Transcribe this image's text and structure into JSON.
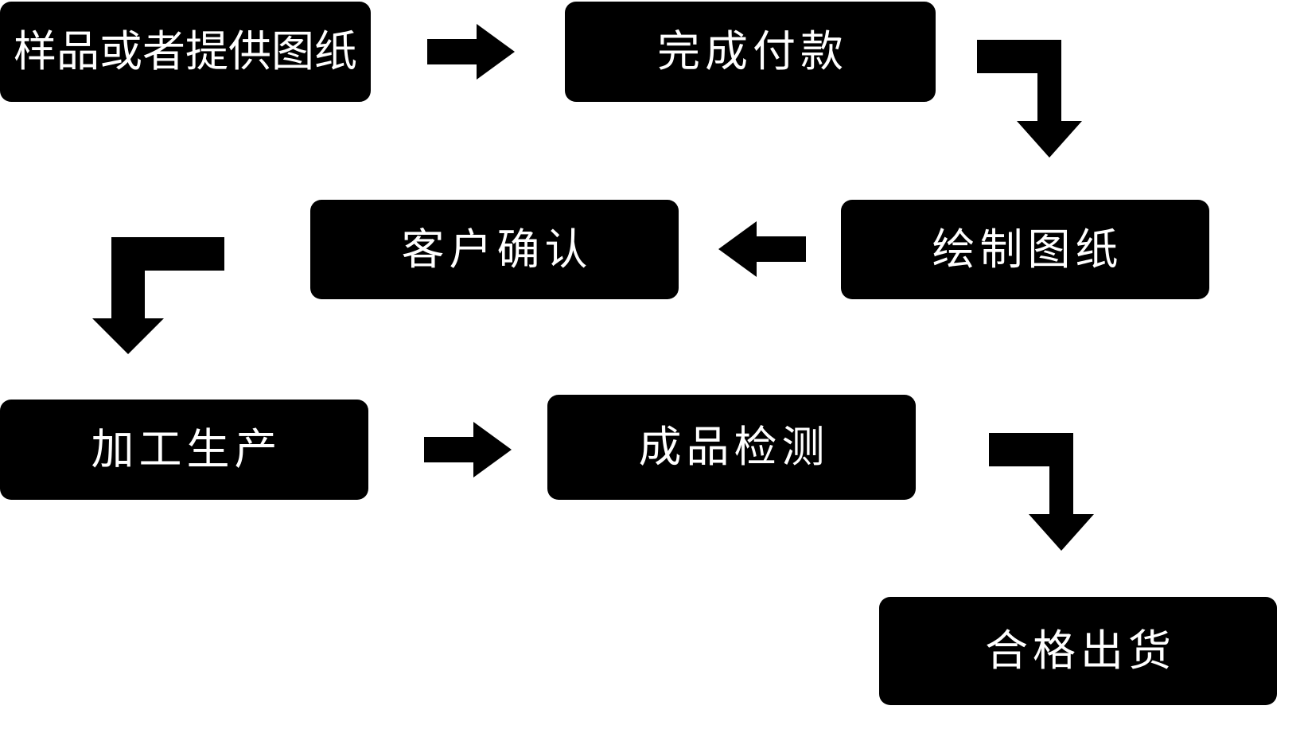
{
  "diagram": {
    "title": "",
    "background_color": "#ffffff",
    "node_fill_color": "#000000",
    "node_text_color": "#ffffff",
    "arrow_color": "#000000",
    "nodes": [
      {
        "id": "sample-drawing",
        "label": "样品或者提供图纸",
        "row": 1,
        "order": 1
      },
      {
        "id": "complete-payment",
        "label": "完成付款",
        "row": 1,
        "order": 2
      },
      {
        "id": "draw-drawing",
        "label": "绘制图纸",
        "row": 2,
        "order": 1
      },
      {
        "id": "customer-confirm",
        "label": "客户确认",
        "row": 2,
        "order": 2
      },
      {
        "id": "production",
        "label": "加工生产",
        "row": 3,
        "order": 1
      },
      {
        "id": "final-inspection",
        "label": "成品检测",
        "row": 3,
        "order": 2
      },
      {
        "id": "qualified-ship",
        "label": "合格出货",
        "row": 4,
        "order": 1
      }
    ],
    "connectors": [
      {
        "id": "c1",
        "from": "sample-drawing",
        "to": "complete-payment",
        "kind": "straight-right"
      },
      {
        "id": "c2",
        "from": "complete-payment",
        "to": "draw-drawing",
        "kind": "elbow-right-down"
      },
      {
        "id": "c3",
        "from": "draw-drawing",
        "to": "customer-confirm",
        "kind": "straight-left"
      },
      {
        "id": "c4",
        "from": "customer-confirm",
        "to": "production",
        "kind": "elbow-left-down"
      },
      {
        "id": "c5",
        "from": "production",
        "to": "final-inspection",
        "kind": "straight-right"
      },
      {
        "id": "c6",
        "from": "final-inspection",
        "to": "qualified-ship",
        "kind": "elbow-right-down"
      }
    ]
  }
}
